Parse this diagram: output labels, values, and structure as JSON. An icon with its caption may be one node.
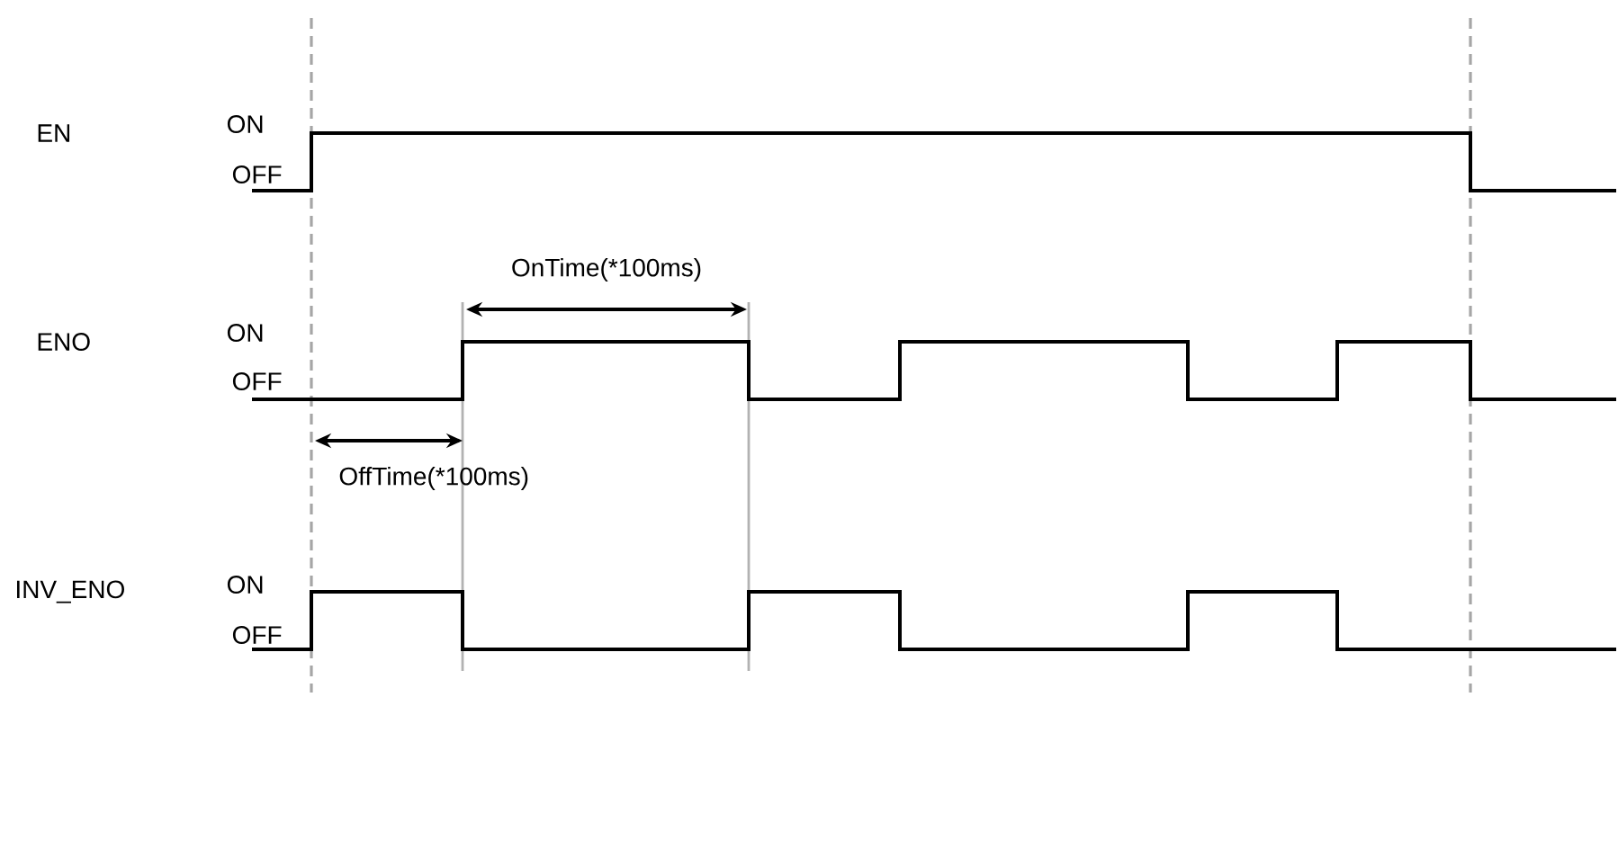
{
  "diagram": {
    "labels": [
      "EN",
      "ON",
      "OFF",
      "OnTime(*100ms)",
      "ENO",
      "ON",
      "OFF",
      "OffTime(*100ms)",
      "INV_ENO",
      "ON",
      "OFF"
    ]
  }
}
